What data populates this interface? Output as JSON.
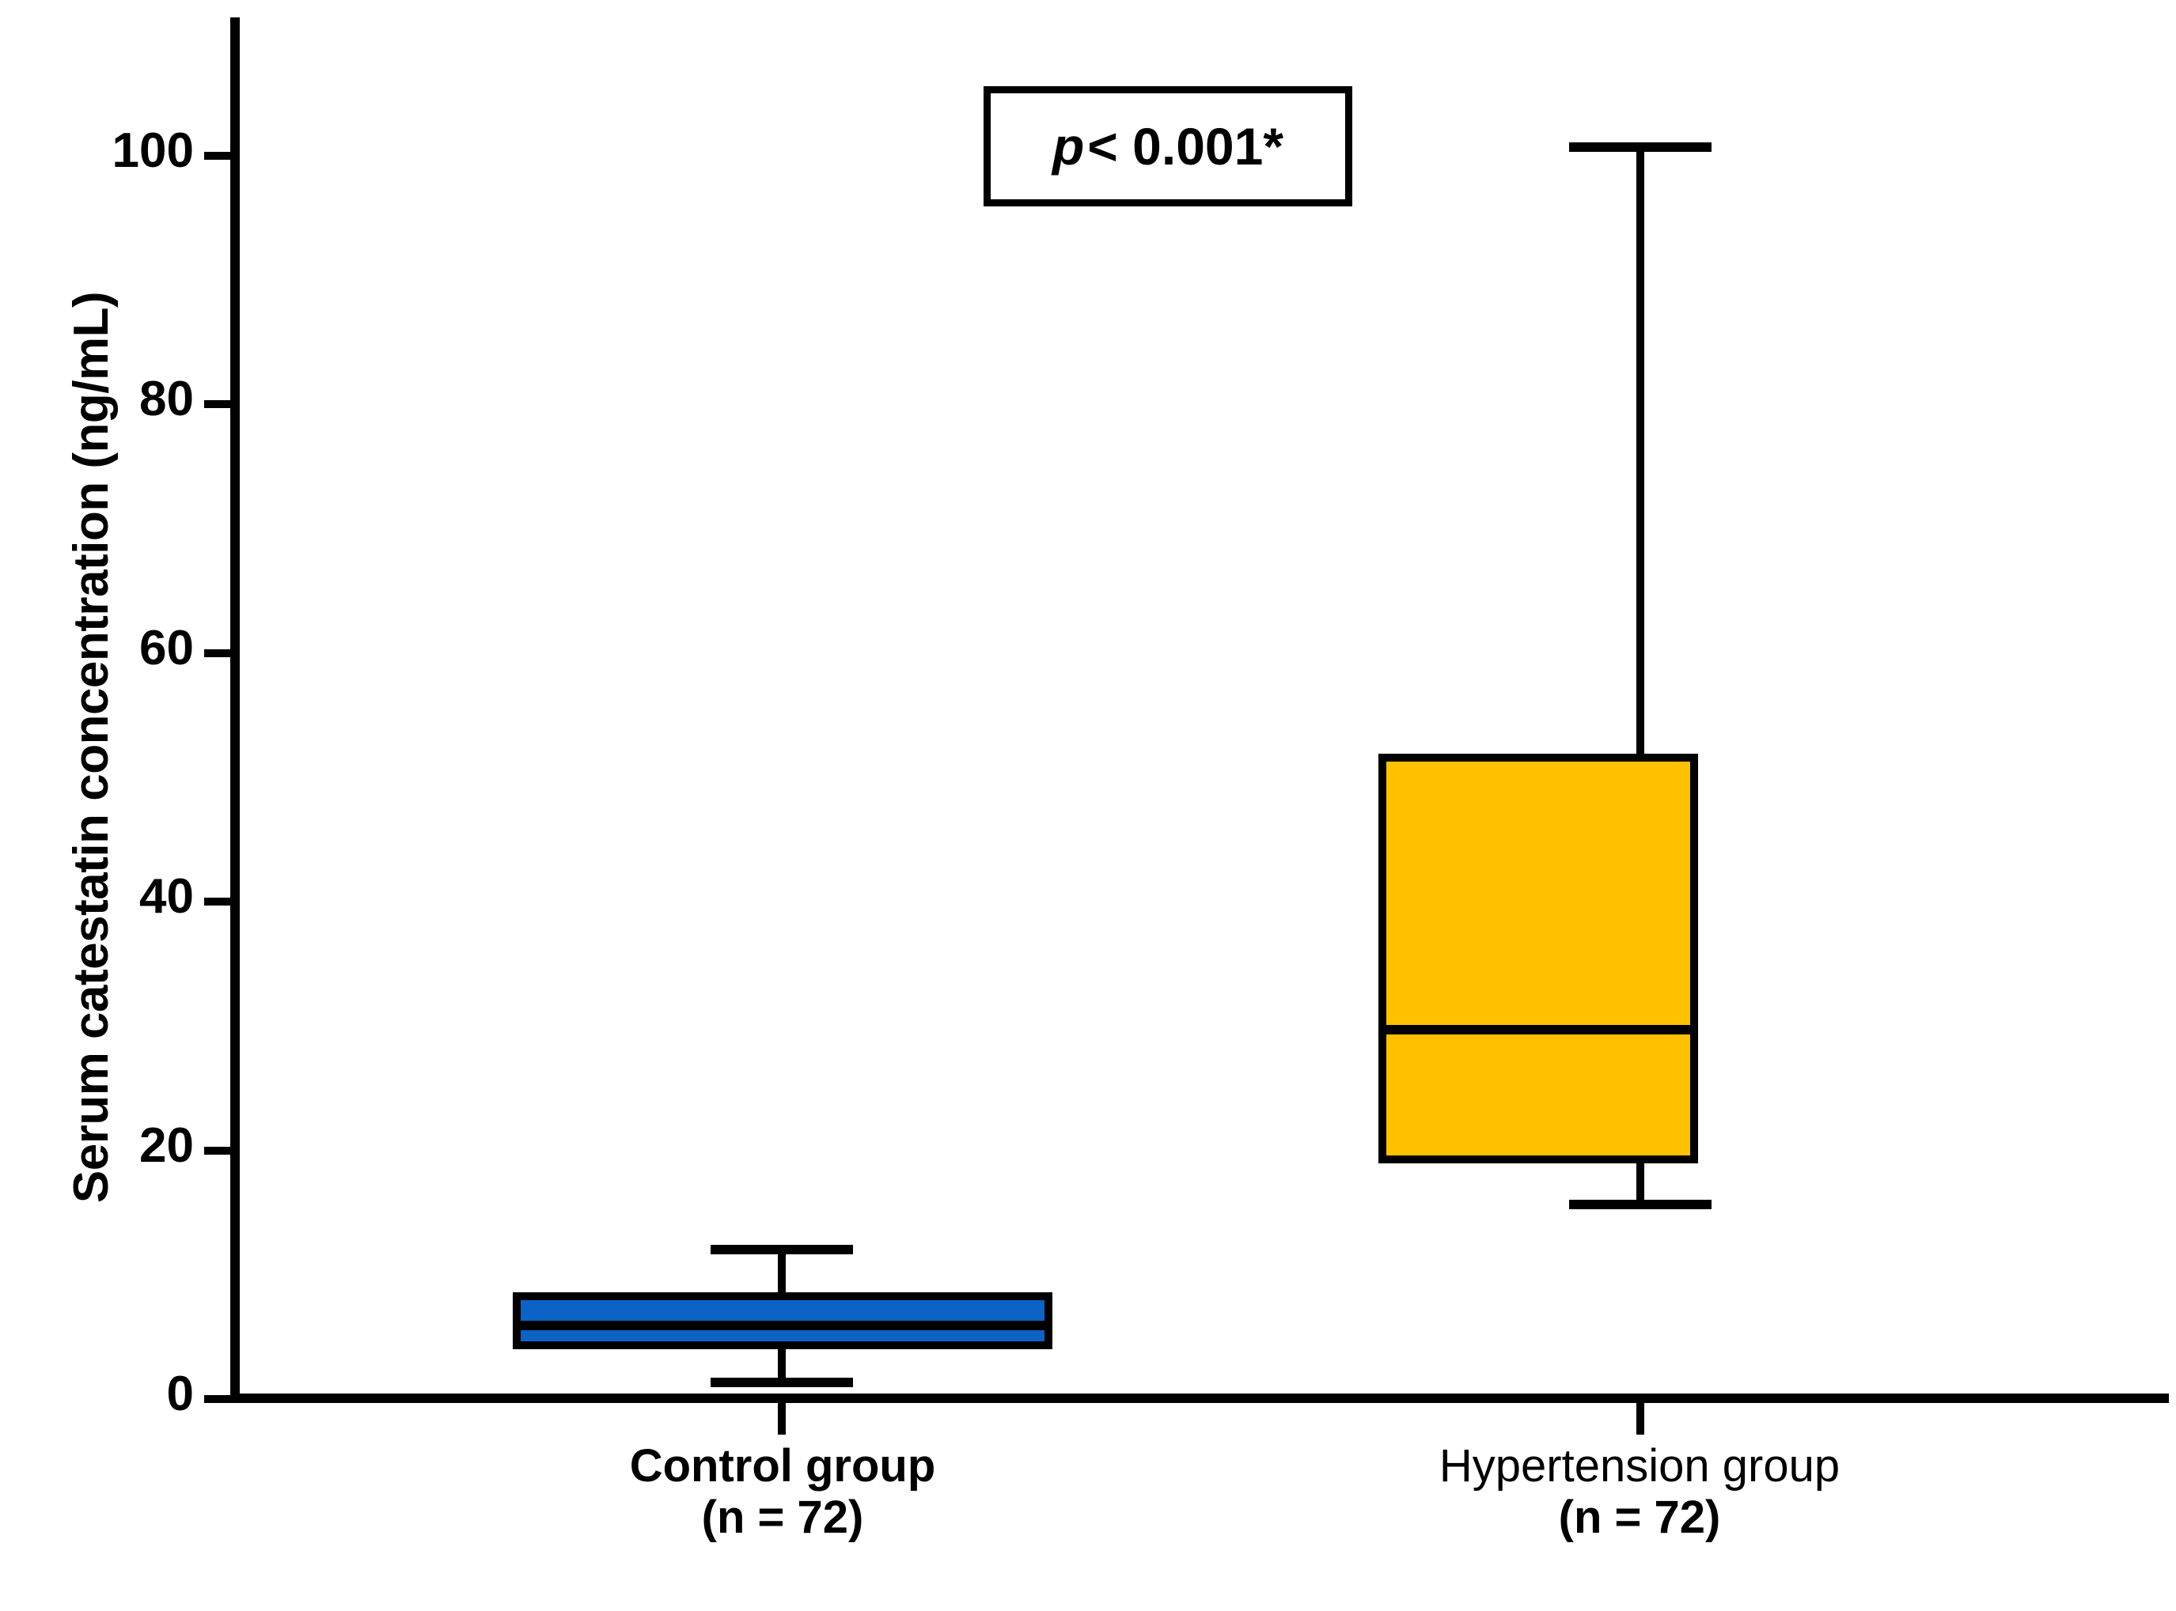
{
  "chart_data": {
    "type": "box",
    "title": "",
    "xlabel": "",
    "ylabel": "Serum catestatin concentration (ng/mL)",
    "ylim": [
      0,
      110
    ],
    "yticks": [
      0,
      20,
      40,
      60,
      80,
      100
    ],
    "ytick_labels": [
      "0",
      "20",
      "40",
      "60",
      "80",
      "100"
    ],
    "grid": false,
    "legend": "none",
    "annotations": [
      {
        "name": "p-value",
        "text_italic": "p",
        "text": " < 0.001*",
        "full_text": "p < 0.001*"
      }
    ],
    "categories": [
      {
        "line1": "Control group",
        "line2": "(n = 72)",
        "n": 72
      },
      {
        "line1": "Hypertension group",
        "line2": "(n = 72)",
        "n": 72
      }
    ],
    "series": [
      {
        "name": "Control group",
        "color": "#0b63c5",
        "whisker_low": 1.4,
        "q1": 4.3,
        "median": 5.9,
        "q3": 8.1,
        "whisker_high": 12.0
      },
      {
        "name": "Hypertension group",
        "color": "#ffc000",
        "whisker_low": 15.8,
        "q1": 19.3,
        "median": 29.8,
        "q3": 51.5,
        "whisker_high": 100.8
      }
    ]
  },
  "figure": {
    "axis_color": "#000000",
    "background": "#ffffff",
    "box_border_color": "#000000",
    "control_fill": "#0b63c5",
    "hypertension_fill": "#ffc000"
  },
  "yaxis": {
    "title": "Serum catestatin concentration (ng/mL)",
    "labels": [
      "100",
      "80",
      "60",
      "40",
      "20",
      "0"
    ]
  },
  "xaxis": {
    "control": {
      "line1": "Control group",
      "line2": "(n = 72)"
    },
    "hypertension": {
      "line1": "Hypertension group",
      "line2": "(n = 72)"
    }
  },
  "annotation": {
    "p_symbol": "p",
    "p_rest": " < 0.001*"
  }
}
